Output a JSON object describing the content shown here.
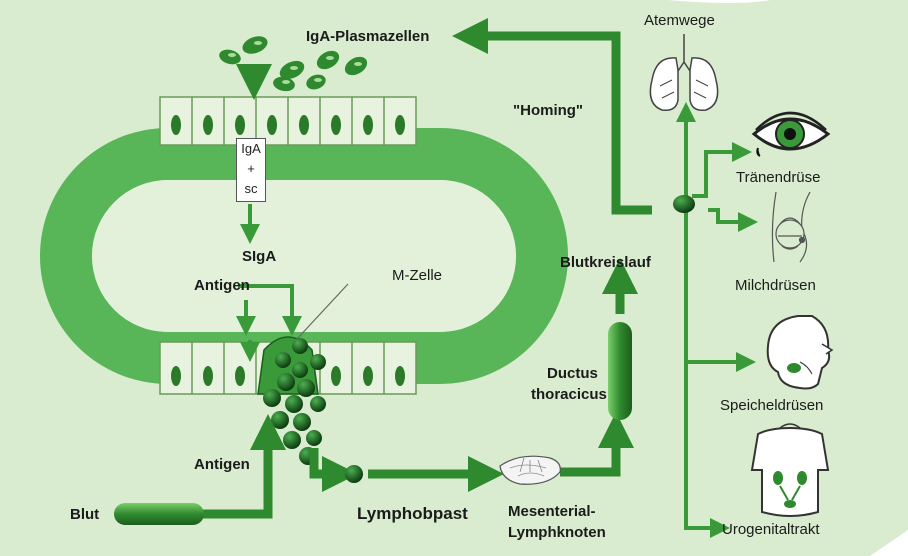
{
  "colors": {
    "background": "#d9eccf",
    "dark_green": "#2f8a2f",
    "mid_green": "#58b558",
    "light_green": "#a5d69a",
    "cell_fill": "#e8f3df"
  },
  "labels": {
    "iga_plasmazellen": "IgA-Plasmazellen",
    "homing": "\"Homing\"",
    "atemwege": "Atemwege",
    "iga_box_line1": "IgA",
    "iga_box_line2": "+",
    "iga_box_line3": "sc",
    "sIgA": "SIgA",
    "antigen_top": "Antigen",
    "m_zelle": "M-Zelle",
    "blutkreislauf": "Blutkreislauf",
    "traenendruese": "Tränendrüse",
    "milchdruesen": "Milchdrüsen",
    "ductus_line1": "Ductus",
    "ductus_line2": "thoracicus",
    "speicheldruesen": "Speicheldrüsen",
    "antigen_bottom": "Antigen",
    "blut": "Blut",
    "lymphoblast": "Lymphobpast",
    "mesenterial_line1": "Mesenterial-",
    "mesenterial_line2": "Lymphknoten",
    "urogenitaltrakt": "Urogenitaltrakt"
  },
  "icons": [
    "lungs-icon",
    "eye-icon",
    "breast-icon",
    "head-icon",
    "torso-icon",
    "lymph-node-icon"
  ]
}
